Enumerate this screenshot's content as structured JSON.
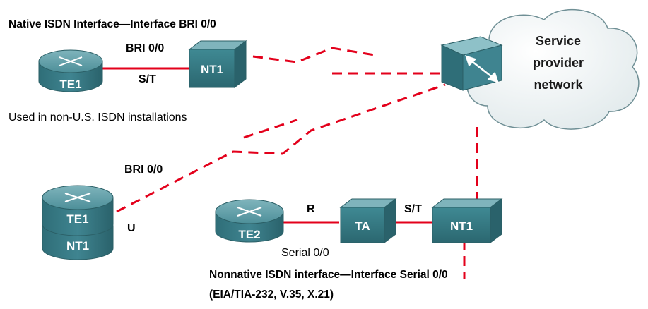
{
  "title_native": "Native ISDN Interface—Interface BRI 0/0",
  "note_non_us": "Used in non-U.S. ISDN installations",
  "title_nonnative": "Nonnative ISDN interface—Interface Serial 0/0",
  "nonnative_standards": "(EIA/TIA-232, V.35, X.21)",
  "cloud": {
    "line1": "Service",
    "line2": "provider",
    "line3": "network"
  },
  "top_row": {
    "router": "TE1",
    "nt1": "NT1",
    "port": "BRI 0/0",
    "ref_point": "S/T"
  },
  "left_stack": {
    "top": "TE1",
    "bottom": "NT1",
    "port": "BRI 0/0",
    "ref_point": "U"
  },
  "bottom_row": {
    "router": "TE2",
    "ta": "TA",
    "nt1": "NT1",
    "ref_r": "R",
    "ref_st": "S/T",
    "port": "Serial 0/0"
  },
  "colors": {
    "link_red": "#e3001b",
    "device_teal": "#3a7f8a",
    "cloud_fill": "#eef3f4"
  }
}
